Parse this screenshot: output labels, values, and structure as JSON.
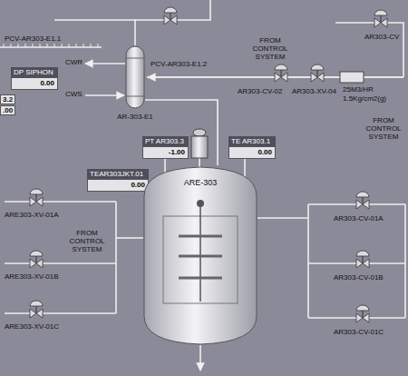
{
  "diagram": {
    "nodes": [
      {
        "text": [
          "DP SIPHON",
          "0.00"
        ]
      },
      {
        "text": [
          "PT AR303.3",
          "-1.00"
        ]
      },
      {
        "text": [
          "TE AR303.1",
          "0.00"
        ]
      },
      {
        "text": [
          "TEAR303JKT.01",
          "0.00"
        ]
      },
      {
        "text": [
          "ARE-303"
        ]
      },
      {
        "text": [
          "AR-303-E1"
        ]
      }
    ],
    "edges": [
      {
        "from": 5,
        "to": 4,
        "arrow": "none"
      }
    ],
    "labels": [
      "PCV-AR303-E1.1",
      "3.2",
      ".00",
      "PCV-AR303-E1.2",
      "CWR",
      "CWS",
      "FROM CONTROL SYSTEM",
      "AR303-CV-02",
      "AR303-XV-04",
      "25M3/HR",
      "1.5Kg/cm2(g)",
      "AR303-CV",
      "FROM CONTROL SYSTEM",
      "ARE303-XV-01A",
      "ARE303-XV-01B",
      "ARE303-XV-01C",
      "FROM CONTROL SYSTEM",
      "AR303-CV-01A",
      "AR303-CV-01B",
      "AR303-CV-01C"
    ]
  }
}
